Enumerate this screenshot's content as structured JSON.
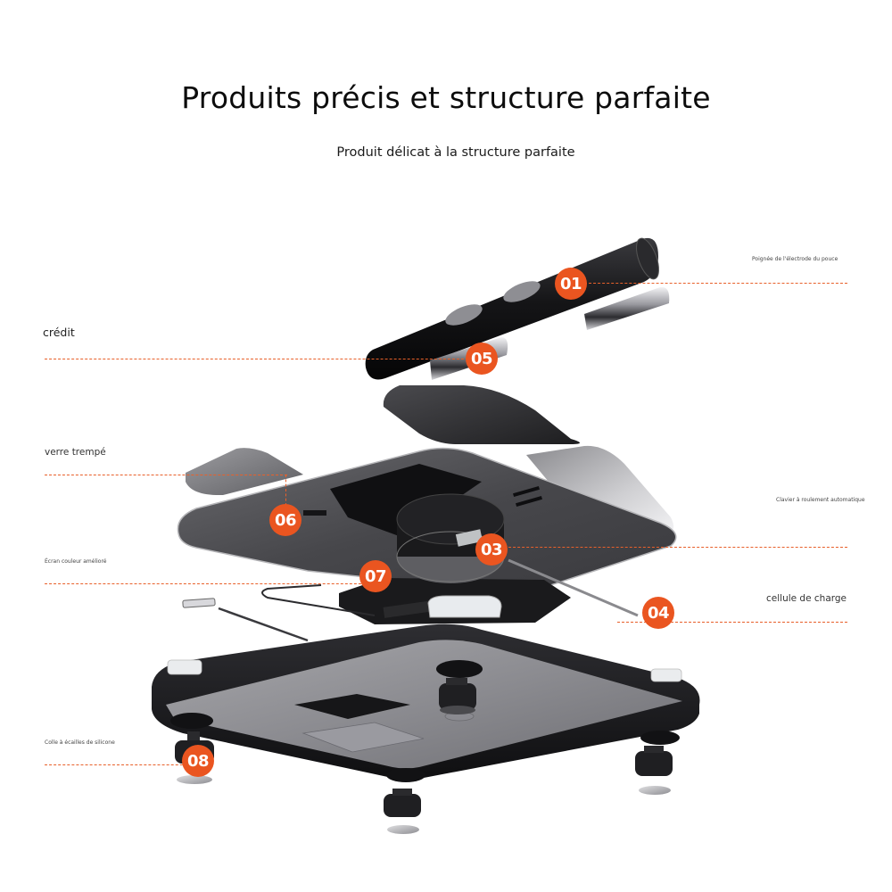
{
  "header": {
    "title": "Produits précis et structure parfaite",
    "subtitle": "Produit délicat à la structure parfaite"
  },
  "accent_color": "#ea5520",
  "callouts": [
    {
      "number": "01",
      "label": "Poignée de l'électrode du pouce",
      "side": "right"
    },
    {
      "number": "05",
      "label": "crédit",
      "side": "left"
    },
    {
      "number": "06",
      "label": "verre trempé",
      "side": "left"
    },
    {
      "number": "03",
      "label": "Clavier à roulement automatique",
      "side": "right"
    },
    {
      "number": "07",
      "label": "Écran couleur amélioré",
      "side": "left"
    },
    {
      "number": "04",
      "label": "cellule de charge",
      "side": "right"
    },
    {
      "number": "08",
      "label": "Colle à écailles de silicone",
      "side": "left"
    }
  ]
}
